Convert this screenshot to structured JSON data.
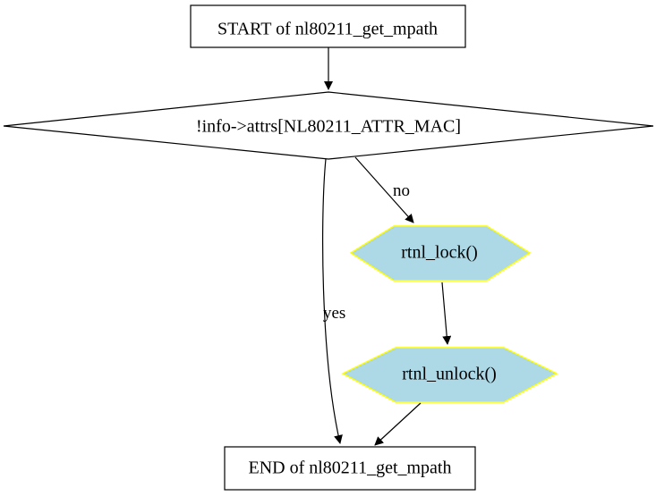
{
  "diagram": {
    "nodes": {
      "start": {
        "label": "START of nl80211_get_mpath",
        "shape": "box"
      },
      "decision": {
        "label": "!info->attrs[NL80211_ATTR_MAC]",
        "shape": "diamond"
      },
      "lock": {
        "label": "rtnl_lock()",
        "shape": "hexagon",
        "fill": "#add8e6",
        "stroke": "#ffff00"
      },
      "unlock": {
        "label": "rtnl_unlock()",
        "shape": "hexagon",
        "fill": "#add8e6",
        "stroke": "#ffff00"
      },
      "end": {
        "label": "END of nl80211_get_mpath",
        "shape": "box"
      }
    },
    "edges": {
      "start_to_decision": {
        "from": "start",
        "to": "decision",
        "label": ""
      },
      "decision_no": {
        "from": "decision",
        "to": "lock",
        "label": "no"
      },
      "decision_yes": {
        "from": "decision",
        "to": "end",
        "label": "yes"
      },
      "lock_to_unlock": {
        "from": "lock",
        "to": "unlock",
        "label": ""
      },
      "unlock_to_end": {
        "from": "unlock",
        "to": "end",
        "label": ""
      }
    }
  }
}
